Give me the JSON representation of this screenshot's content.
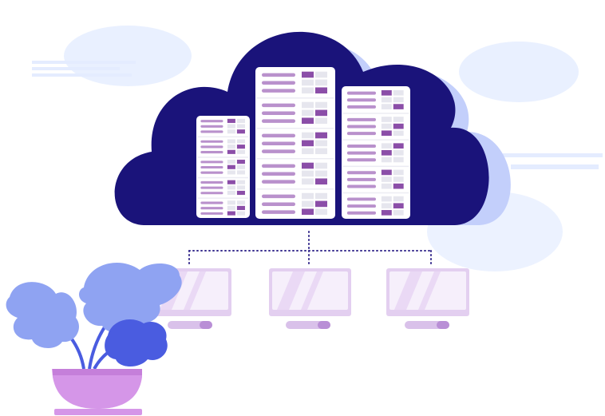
{
  "illustration": {
    "subject": "cloud-servers-network",
    "icons": [
      "cloud-icon",
      "server-rack-icon",
      "monitor-icon",
      "potted-plant-icon"
    ],
    "server_racks": [
      {
        "id": "rack-left",
        "units": 5
      },
      {
        "id": "rack-center",
        "units": 5
      },
      {
        "id": "rack-right",
        "units": 5
      }
    ],
    "monitors": [
      {
        "id": "monitor-1"
      },
      {
        "id": "monitor-2"
      },
      {
        "id": "monitor-3"
      }
    ],
    "colors": {
      "cloud": "#1a137a",
      "cloud_shadow": "#c3cffb",
      "haze": "#e4ecff",
      "rack_bg": "#ffffff",
      "bar_light": "#b991cc",
      "bar_dark": "#8b4ea8",
      "cell_grey": "#e6e6ee",
      "monitor_frame": "#e3cff0",
      "monitor_screen": "#f6effb",
      "monitor_stand": "#d9c1ea",
      "dots": "#3a2f8f",
      "leaf_light": "#8fa3f2",
      "leaf_dark": "#4a5ce0",
      "pot": "#d596e8"
    }
  }
}
